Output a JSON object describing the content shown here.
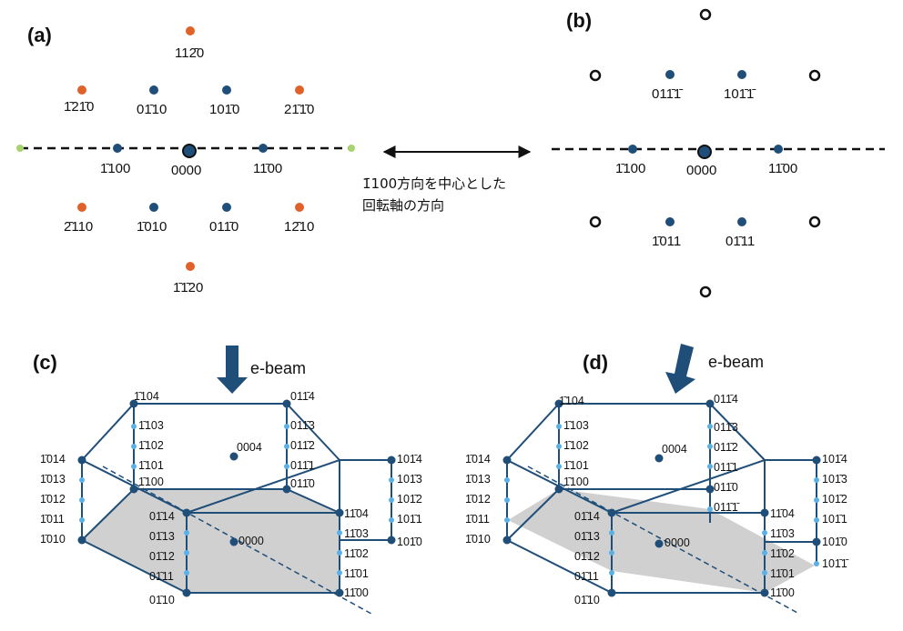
{
  "panels": {
    "a": "(a)",
    "b": "(b)",
    "c": "(c)",
    "d": "(d)"
  },
  "colors": {
    "spot_blue": "#1f4e79",
    "spot_orange": "#e0612a",
    "spot_green": "#a8d46f",
    "frame": "#1f4e79",
    "light_spot": "#5bb0e6",
    "plane_fill": "#d0d0d0",
    "arrow_beam": "#1f4e79"
  },
  "panel_a": {
    "blue": [
      "01̄10",
      "101̄0",
      "1̄100",
      "0000",
      "11̄00",
      "1̄010",
      "011̄0"
    ],
    "orange": [
      "112̄0",
      "1̄21̄0",
      "21̄1̄0",
      "2̄110",
      "12̄10",
      "1̄1̄20"
    ]
  },
  "panel_b": {
    "blue": [
      "011̄1̄",
      "101̄1̄",
      "1̄100",
      "0000",
      "11̄00",
      "1̄011",
      "01̄11"
    ]
  },
  "rotation_note": {
    "line1": "1̄100方向を中心とした",
    "line2": "回転軸の方向"
  },
  "panel_c": {
    "beam": "e-beam",
    "center_top": "0004",
    "center_bottom": "0000",
    "left_back": [
      "1̄104",
      "1̄103",
      "1̄102",
      "1̄101",
      "1̄100"
    ],
    "right_back": [
      "011̄4",
      "011̄3",
      "011̄2",
      "011̄1",
      "011̄0"
    ],
    "left_outer": [
      "1̄014",
      "1̄013",
      "1̄012",
      "1̄011",
      "1̄010"
    ],
    "right_outer": [
      "101̄4",
      "101̄3",
      "101̄2",
      "101̄1",
      "101̄0"
    ],
    "front_left": [
      "01̄14",
      "01̄13",
      "01̄12",
      "01̄11",
      "01̄10"
    ],
    "front_right": [
      "11̄04",
      "11̄03",
      "11̄02",
      "11̄01",
      "11̄00"
    ]
  },
  "panel_d": {
    "beam": "e-beam",
    "center_top": "0004",
    "center_bottom": "0000",
    "left_back": [
      "1̄104",
      "1̄103",
      "1̄102",
      "1̄101",
      "1̄100"
    ],
    "right_back": [
      "011̄4",
      "011̄3",
      "011̄2",
      "011̄1",
      "011̄0",
      "011̄1̄"
    ],
    "left_outer": [
      "1̄014",
      "1̄013",
      "1̄012",
      "1̄011",
      "1̄010"
    ],
    "right_outer": [
      "101̄4",
      "101̄3",
      "101̄2",
      "101̄1",
      "101̄0",
      "101̄1̄"
    ],
    "front_left": [
      "01̄14",
      "01̄13",
      "01̄12",
      "01̄11",
      "01̄10"
    ],
    "front_right": [
      "11̄04",
      "11̄03",
      "11̄02",
      "11̄01",
      "11̄00"
    ]
  }
}
